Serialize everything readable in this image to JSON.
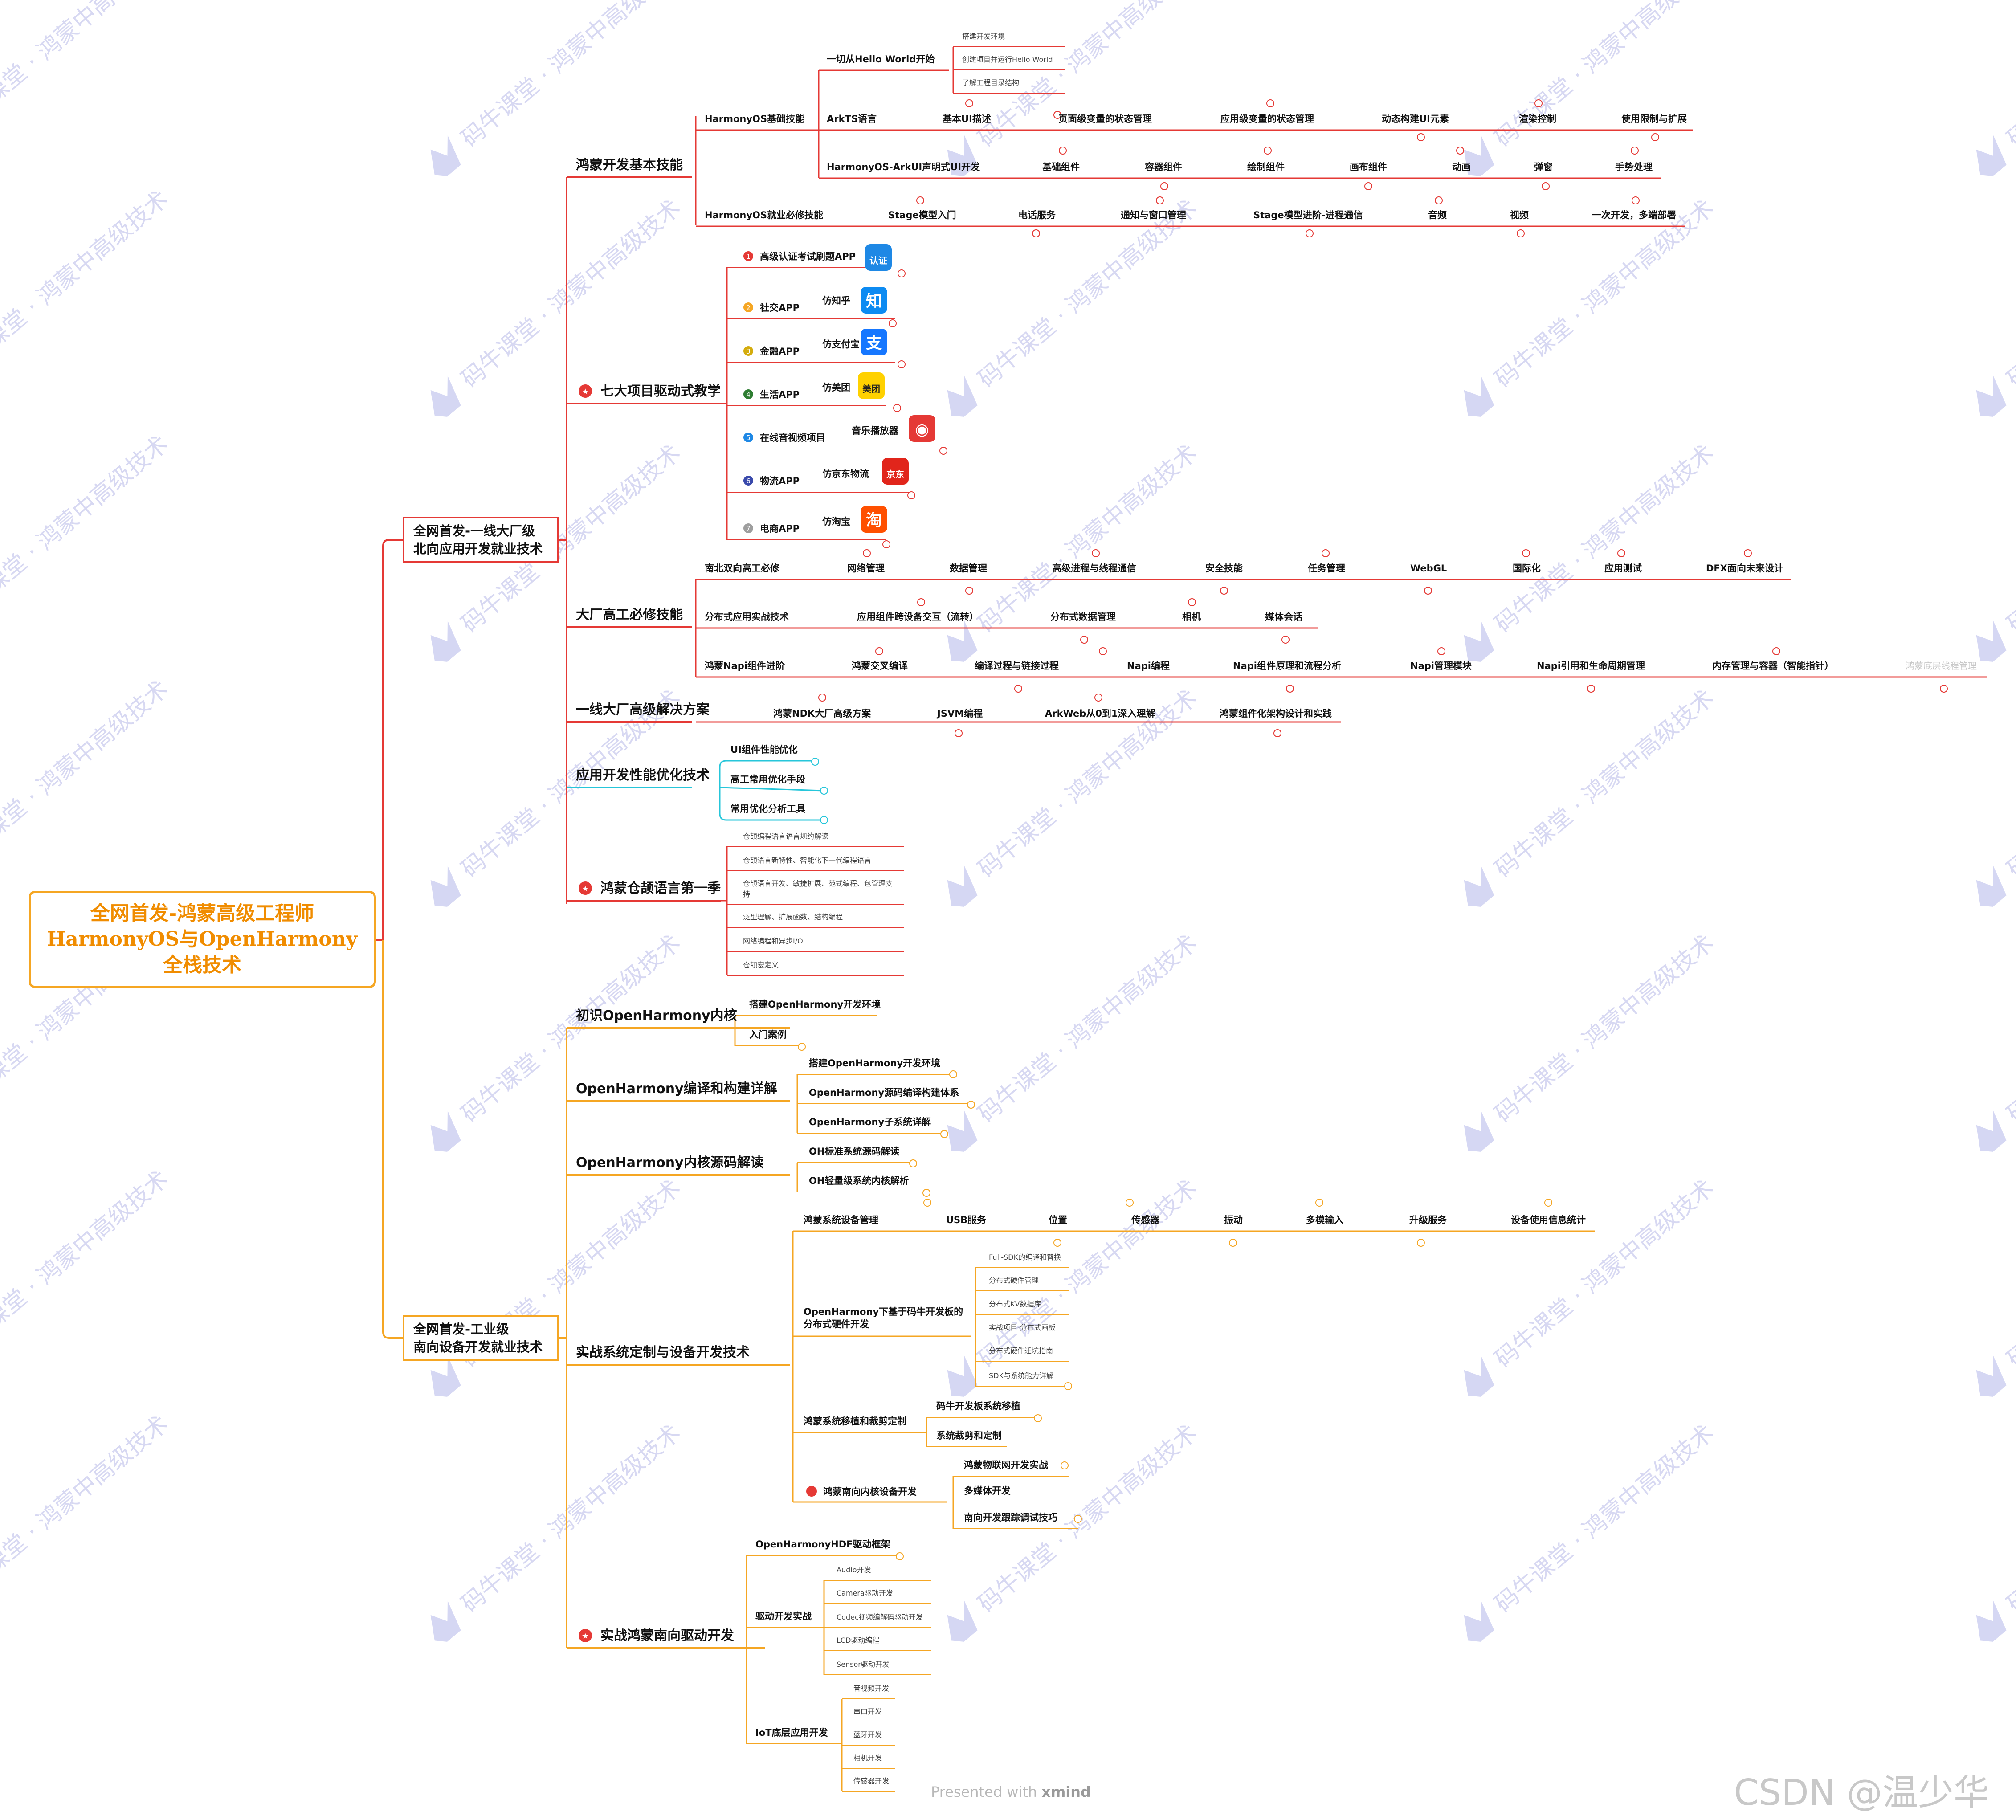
{
  "root": {
    "line1": "全网首发-鸿蒙高级工程师",
    "line2": "HarmonyOS与OpenHarmony",
    "line3": "全栈技术"
  },
  "branch_north": {
    "line1": "全网首发-一线大厂级",
    "line2": "北向应用开发就业技术"
  },
  "branch_south": {
    "line1": "全网首发-工业级",
    "line2": "南向设备开发就业技术"
  },
  "watermark": "码牛课堂 · 鸿蒙中高级技术",
  "footer": {
    "presented_with": "Presented with",
    "brand": "xmind"
  },
  "csdn_mark": "CSDN @温少华",
  "colors": {
    "red": "#e53935",
    "orange": "#f5a623",
    "cyan": "#26c6da",
    "root_text": "#f08c00"
  },
  "app_icons": [
    {
      "label": "认证",
      "bg": "#1e88e5",
      "name": "exam-app-icon"
    },
    {
      "label": "知",
      "bg": "#0d8bf2",
      "name": "zhihu-icon"
    },
    {
      "label": "支",
      "bg": "#1677ff",
      "name": "alipay-icon"
    },
    {
      "label": "美团",
      "bg": "#ffd100",
      "name": "meituan-icon"
    },
    {
      "label": "◉",
      "bg": "#e53935",
      "name": "music-player-icon"
    },
    {
      "label": "京东",
      "bg": "#e1251b",
      "name": "jd-logistics-icon"
    },
    {
      "label": "淘",
      "bg": "#ff5000",
      "name": "taobao-icon"
    }
  ],
  "nodes": [
    {
      "id": "hm-basic",
      "label": "鸿蒙开发基本技能",
      "size": 30,
      "bold": true
    },
    {
      "id": "b-basic",
      "label": "HarmonyOS基础技能",
      "size": 21
    },
    {
      "id": "hello",
      "label": "一切从Hello World开始",
      "size": 21
    },
    {
      "id": "h1",
      "label": "搭建开发环境",
      "size": 16
    },
    {
      "id": "h2",
      "label": "创建项目并运行Hello World",
      "size": 16
    },
    {
      "id": "h3",
      "label": "了解工程目录结构",
      "size": 16
    },
    {
      "id": "arkts",
      "label": "ArkTS语言",
      "size": 21
    },
    {
      "id": "ui-desc",
      "label": "基本UI描述",
      "size": 21
    },
    {
      "id": "page-state",
      "label": "页面级变量的状态管理",
      "size": 21
    },
    {
      "id": "app-state",
      "label": "应用级变量的状态管理",
      "size": 21
    },
    {
      "id": "dyn-ui",
      "label": "动态构建UI元素",
      "size": 21
    },
    {
      "id": "render",
      "label": "渲染控制",
      "size": 21
    },
    {
      "id": "limits",
      "label": "使用限制与扩展",
      "size": 21
    },
    {
      "id": "arkui",
      "label": "HarmonyOS-ArkUI声明式UI开发",
      "size": 21
    },
    {
      "id": "basic-comp",
      "label": "基础组件",
      "size": 21
    },
    {
      "id": "container",
      "label": "容器组件",
      "size": 21
    },
    {
      "id": "draw-comp",
      "label": "绘制组件",
      "size": 21
    },
    {
      "id": "canvas-comp",
      "label": "画布组件",
      "size": 21
    },
    {
      "id": "anim",
      "label": "动画",
      "size": 21
    },
    {
      "id": "popup",
      "label": "弹窗",
      "size": 21
    },
    {
      "id": "gesture",
      "label": "手势处理",
      "size": 21
    },
    {
      "id": "b-employ",
      "label": "HarmonyOS就业必修技能",
      "size": 21
    },
    {
      "id": "stage",
      "label": "Stage模型入门",
      "size": 21
    },
    {
      "id": "tel",
      "label": "电话服务",
      "size": 21
    },
    {
      "id": "notify",
      "label": "通知与窗口管理",
      "size": 21
    },
    {
      "id": "stage-adv",
      "label": "Stage模型进阶-进程通信",
      "size": 21
    },
    {
      "id": "audio",
      "label": "音频",
      "size": 21
    },
    {
      "id": "video",
      "label": "视频",
      "size": 21
    },
    {
      "id": "deploy",
      "label": "一次开发，多端部署",
      "size": 21
    },
    {
      "id": "seven",
      "label": "七大项目驱动式教学",
      "size": 30,
      "bold": true
    },
    {
      "id": "p1",
      "label": "高级认证考试刷题APP",
      "size": 21
    },
    {
      "id": "p2",
      "label": "社交APP",
      "size": 21
    },
    {
      "id": "p2a",
      "label": "仿知乎",
      "size": 21
    },
    {
      "id": "p3",
      "label": "金融APP",
      "size": 21
    },
    {
      "id": "p3a",
      "label": "仿支付宝",
      "size": 21
    },
    {
      "id": "p4",
      "label": "生活APP",
      "size": 21
    },
    {
      "id": "p4a",
      "label": "仿美团",
      "size": 21
    },
    {
      "id": "p5",
      "label": "在线音视频项目",
      "size": 21
    },
    {
      "id": "p5a",
      "label": "音乐播放器",
      "size": 21
    },
    {
      "id": "p6",
      "label": "物流APP",
      "size": 21
    },
    {
      "id": "p6a",
      "label": "仿京东物流",
      "size": 21
    },
    {
      "id": "p7",
      "label": "电商APP",
      "size": 21
    },
    {
      "id": "p7a",
      "label": "仿淘宝",
      "size": 21
    },
    {
      "id": "big-factory",
      "label": "大厂高工必修技能",
      "size": 30,
      "bold": true
    },
    {
      "id": "nb",
      "label": "南北双向高工必修",
      "size": 21
    },
    {
      "id": "net",
      "label": "网络管理",
      "size": 21
    },
    {
      "id": "dataman",
      "label": "数据管理",
      "size": 21
    },
    {
      "id": "proc",
      "label": "高级进程与线程通信",
      "size": 21
    },
    {
      "id": "sec",
      "label": "安全技能",
      "size": 21
    },
    {
      "id": "task",
      "label": "任务管理",
      "size": 21
    },
    {
      "id": "webgl",
      "label": "WebGL",
      "size": 21
    },
    {
      "id": "i18n",
      "label": "国际化",
      "size": 21
    },
    {
      "id": "apptest",
      "label": "应用测试",
      "size": 21
    },
    {
      "id": "dfx",
      "label": "DFX面向未来设计",
      "size": 21
    },
    {
      "id": "dist",
      "label": "分布式应用实战技术",
      "size": 21
    },
    {
      "id": "cross",
      "label": "应用组件跨设备交互（流转）",
      "size": 21
    },
    {
      "id": "distdata",
      "label": "分布式数据管理",
      "size": 21
    },
    {
      "id": "camera",
      "label": "相机",
      "size": 21
    },
    {
      "id": "media",
      "label": "媒体会话",
      "size": 21
    },
    {
      "id": "napi",
      "label": "鸿蒙Napi组件进阶",
      "size": 21
    },
    {
      "id": "cross-compile",
      "label": "鸿蒙交叉编译",
      "size": 21
    },
    {
      "id": "compile-link",
      "label": "编译过程与链接过程",
      "size": 21
    },
    {
      "id": "napi-prog",
      "label": "Napi编程",
      "size": 21
    },
    {
      "id": "napi-flow",
      "label": "Napi组件原理和流程分析",
      "size": 21
    },
    {
      "id": "napi-mgr",
      "label": "Napi管理模块",
      "size": 21
    },
    {
      "id": "napi-ref",
      "label": "Napi引用和生命周期管理",
      "size": 21
    },
    {
      "id": "mem",
      "label": "内存管理与容器（智能指针）",
      "size": 21
    },
    {
      "id": "lowcode",
      "label": "鸿蒙底层线程管理",
      "size": 20,
      "faint": true
    },
    {
      "id": "solutions",
      "label": "一线大厂高级解决方案",
      "size": 30,
      "bold": true
    },
    {
      "id": "ndk",
      "label": "鸿蒙NDK大厂高级方案",
      "size": 21
    },
    {
      "id": "jsvm",
      "label": "JSVM编程",
      "size": 21
    },
    {
      "id": "arkweb",
      "label": "ArkWeb从0到1深入理解",
      "size": 21
    },
    {
      "id": "arch",
      "label": "鸿蒙组件化架构设计和实践",
      "size": 21
    },
    {
      "id": "perf",
      "label": "应用开发性能优化技术",
      "size": 30,
      "bold": true
    },
    {
      "id": "perf1",
      "label": "UI组件性能优化",
      "size": 21
    },
    {
      "id": "perf2",
      "label": "高工常用优化手段",
      "size": 21
    },
    {
      "id": "perf3",
      "label": "常用优化分析工具",
      "size": 21
    },
    {
      "id": "cangjie",
      "label": "鸿蒙仓颉语言第一季",
      "size": 30,
      "bold": true
    },
    {
      "id": "cj1",
      "label": "仓颉编程语言语言规约解读",
      "size": 16
    },
    {
      "id": "cj2",
      "label": "仓颉语言新特性、智能化下一代编程语言",
      "size": 16
    },
    {
      "id": "cj3",
      "label": "仓颉语言开发、敏捷扩展、范式编程、包管理支",
      "size": 16
    },
    {
      "id": "cj3b",
      "label": "持",
      "size": 16
    },
    {
      "id": "cj4",
      "label": "泛型理解、扩展函数、结构编程",
      "size": 16
    },
    {
      "id": "cj5",
      "label": "网络编程和异步I/O",
      "size": 16
    },
    {
      "id": "cj6",
      "label": "仓颉宏定义",
      "size": 16
    },
    {
      "id": "oh-first",
      "label": "初识OpenHarmony内核",
      "size": 30,
      "bold": true
    },
    {
      "id": "of1",
      "label": "搭建OpenHarmony开发环境",
      "size": 21
    },
    {
      "id": "of2",
      "label": "入门案例",
      "size": 21
    },
    {
      "id": "oh-build",
      "label": "OpenHarmony编译和构建详解",
      "size": 30,
      "bold": true
    },
    {
      "id": "ob1",
      "label": "搭建OpenHarmony开发环境",
      "size": 21
    },
    {
      "id": "ob2",
      "label": "OpenHarmony源码编译构建体系",
      "size": 21
    },
    {
      "id": "ob3",
      "label": "OpenHarmony子系统详解",
      "size": 21
    },
    {
      "id": "oh-kernel",
      "label": "OpenHarmony内核源码解读",
      "size": 30,
      "bold": true
    },
    {
      "id": "ok1",
      "label": "OH标准系统源码解读",
      "size": 21
    },
    {
      "id": "ok2",
      "label": "OH轻量级系统内核解析",
      "size": 21
    },
    {
      "id": "custom",
      "label": "实战系统定制与设备开发技术",
      "size": 30,
      "bold": true
    },
    {
      "id": "devmgr",
      "label": "鸿蒙系统设备管理",
      "size": 21
    },
    {
      "id": "usb",
      "label": "USB服务",
      "size": 21
    },
    {
      "id": "loc",
      "label": "位置",
      "size": 21
    },
    {
      "id": "sensor",
      "label": "传感器",
      "size": 21
    },
    {
      "id": "vib",
      "label": "振动",
      "size": 21
    },
    {
      "id": "multi",
      "label": "多模输入",
      "size": 21
    },
    {
      "id": "upgrade",
      "label": "升级服务",
      "size": 21
    },
    {
      "id": "usage",
      "label": "设备使用信息统计",
      "size": 21
    },
    {
      "id": "hw1",
      "label": "OpenHarmony下基于码牛开发板的",
      "size": 21
    },
    {
      "id": "hw2",
      "label": "分布式硬件开发",
      "size": 21
    },
    {
      "id": "sdk1",
      "label": "Full-SDK的编译和替换",
      "size": 16
    },
    {
      "id": "sdk2",
      "label": "分布式硬件管理",
      "size": 16
    },
    {
      "id": "sdk3",
      "label": "分布式KV数据库",
      "size": 16
    },
    {
      "id": "sdk4",
      "label": "实战项目-分布式画板",
      "size": 16
    },
    {
      "id": "sdk5",
      "label": "分布式硬件迁坑指南",
      "size": 16
    },
    {
      "id": "sdk6",
      "label": "SDK与系统能力详解",
      "size": 16
    },
    {
      "id": "port",
      "label": "鸿蒙系统移植和裁剪定制",
      "size": 21
    },
    {
      "id": "port1",
      "label": "码牛开发板系统移植",
      "size": 21
    },
    {
      "id": "port2",
      "label": "系统裁剪和定制",
      "size": 21
    },
    {
      "id": "south-core",
      "label": "鸿蒙南向内核设备开发",
      "size": 21
    },
    {
      "id": "sc1",
      "label": "鸿蒙物联网开发实战",
      "size": 21
    },
    {
      "id": "sc2",
      "label": "多媒体开发",
      "size": 21
    },
    {
      "id": "sc3",
      "label": "南向开发跟踪调试技巧",
      "size": 21
    },
    {
      "id": "driver",
      "label": "实战鸿蒙南向驱动开发",
      "size": 30,
      "bold": true
    },
    {
      "id": "hdf",
      "label": "OpenHarmonyHDF驱动框架",
      "size": 21
    },
    {
      "id": "drv",
      "label": "驱动开发实战",
      "size": 21
    },
    {
      "id": "drv1",
      "label": "Audio开发",
      "size": 16
    },
    {
      "id": "drv2",
      "label": "Camera驱动开发",
      "size": 16
    },
    {
      "id": "drv3",
      "label": "Codec视频编解码驱动开发",
      "size": 16
    },
    {
      "id": "drv4",
      "label": "LCD驱动编程",
      "size": 16
    },
    {
      "id": "drv5",
      "label": "Sensor驱动开发",
      "size": 16
    },
    {
      "id": "iot",
      "label": "IoT底层应用开发",
      "size": 21
    },
    {
      "id": "iot1",
      "label": "音视频开发",
      "size": 16
    },
    {
      "id": "iot2",
      "label": "串口开发",
      "size": 16
    },
    {
      "id": "iot3",
      "label": "蓝牙开发",
      "size": 16
    },
    {
      "id": "iot4",
      "label": "相机开发",
      "size": 16
    },
    {
      "id": "iot5",
      "label": "传感器开发",
      "size": 16
    }
  ]
}
